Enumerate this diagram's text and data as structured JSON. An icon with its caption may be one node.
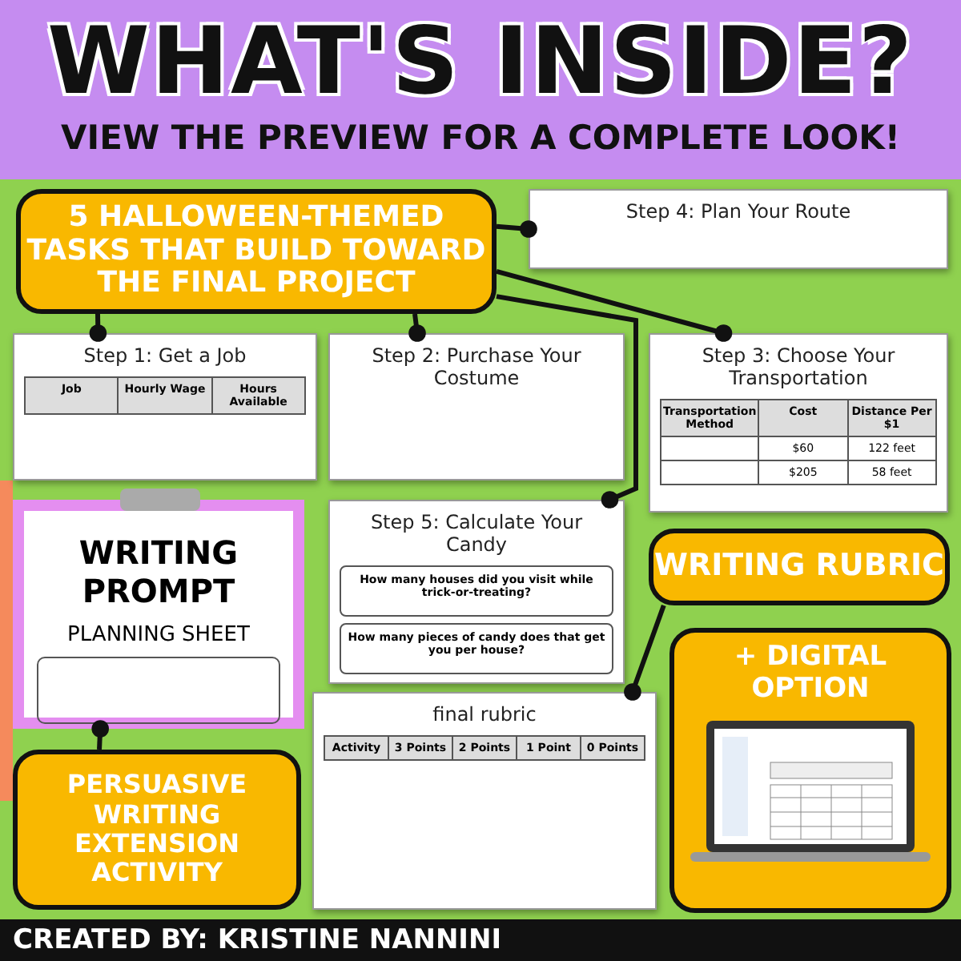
{
  "diagram": {
    "title": "WHAT'S INSIDE?",
    "nodes": [
      {
        "text": [
          "5 HALLOWEEN-THEMED TASKS THAT BUILD TOWARD THE FINAL PROJECT"
        ]
      },
      {
        "text": [
          "Step 1: Get a Job",
          "Job",
          "Hourly Wage",
          "Hours Available"
        ]
      },
      {
        "text": [
          "Step 2: Purchase Your Costume"
        ]
      },
      {
        "text": [
          "Step 3: Choose Your Transportation",
          "Transportation Method",
          "Cost",
          "Distance Per $1",
          "$60",
          "122 feet",
          "$205",
          "58 feet"
        ]
      },
      {
        "text": [
          "Step 4: Plan Your Route"
        ]
      },
      {
        "text": [
          "Step 5: Calculate Your Candy",
          "How many houses did you visit while trick-or-treating?",
          "How many pieces of candy does that get you per house?"
        ]
      },
      {
        "text": [
          "WRITING RUBRIC"
        ]
      },
      {
        "text": [
          "final rubric",
          "Activity",
          "3 Points",
          "2 Points",
          "1 Point",
          "0 Points"
        ]
      },
      {
        "text": [
          "PERSUASIVE WRITING EXTENSION ACTIVITY"
        ]
      },
      {
        "text": [
          "WRITING PROMPT",
          "PLANNING SHEET"
        ]
      },
      {
        "text": [
          "+ DIGITAL OPTION"
        ]
      }
    ],
    "edges": [
      {
        "from": 0,
        "to": 1,
        "arrow": "other"
      },
      {
        "from": 0,
        "to": 2,
        "arrow": "other"
      },
      {
        "from": 0,
        "to": 3,
        "arrow": "other"
      },
      {
        "from": 0,
        "to": 4,
        "arrow": "other"
      },
      {
        "from": 0,
        "to": 5,
        "arrow": "other"
      },
      {
        "from": 6,
        "to": 7,
        "arrow": "other"
      },
      {
        "from": 8,
        "to": 9,
        "arrow": "other"
      }
    ],
    "labels": [
      "VIEW THE PREVIEW FOR A COMPLETE LOOK!",
      "CREATED BY: KRISTINE NANNINI"
    ]
  }
}
